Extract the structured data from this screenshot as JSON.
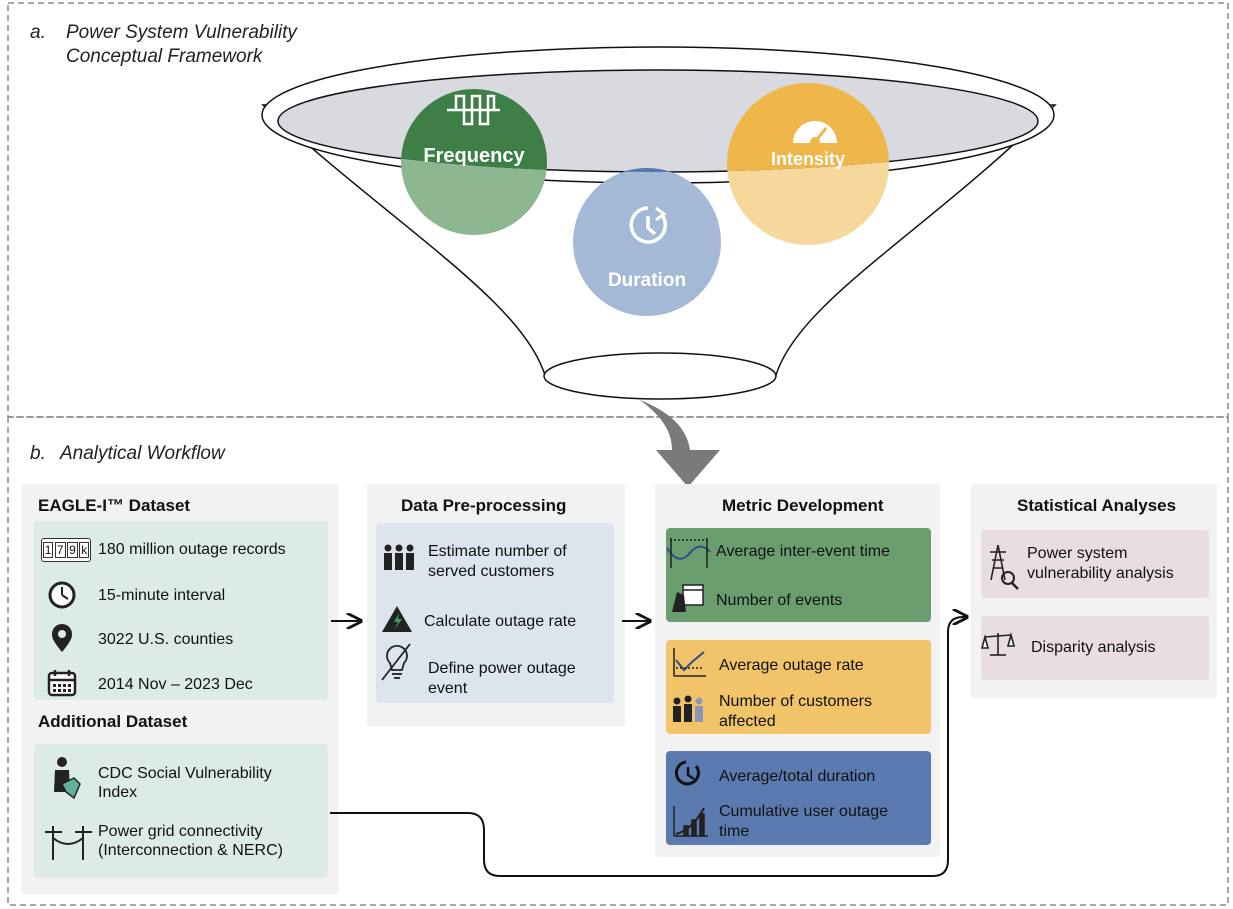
{
  "section_a": {
    "letter": "a.",
    "title_line1": "Power System Vulnerability",
    "title_line2": "Conceptual Framework"
  },
  "funnel": {
    "frequency": "Frequency",
    "intensity": "Intensity",
    "duration": "Duration"
  },
  "section_b": {
    "letter": "b.",
    "title": "Analytical Workflow"
  },
  "datasets": {
    "eagle_title": "EAGLE-I™ Dataset",
    "counter_digits": [
      "1",
      "7",
      "9",
      "k"
    ],
    "items": [
      {
        "icon": "counter-icon",
        "text": "180 million outage records"
      },
      {
        "icon": "clock-icon",
        "text": "15-minute interval"
      },
      {
        "icon": "location-pin-icon",
        "text": "3022 U.S. counties"
      },
      {
        "icon": "calendar-icon",
        "text": "2014 Nov – 2023 Dec"
      }
    ],
    "additional_title": "Additional Dataset",
    "additional_items": [
      {
        "icon": "person-shield-icon",
        "line1": "CDC Social Vulnerability",
        "line2": "Index"
      },
      {
        "icon": "power-line-icon",
        "line1": "Power grid connectivity",
        "line2": "(Interconnection & NERC)"
      }
    ]
  },
  "preprocessing": {
    "title": "Data Pre-processing",
    "items": [
      {
        "icon": "people-group-icon",
        "line1": "Estimate number of",
        "line2": "served customers"
      },
      {
        "icon": "warning-bolt-icon",
        "line1": "Calculate outage rate",
        "line2": ""
      },
      {
        "icon": "bulb-off-icon",
        "line1": "Define power outage",
        "line2": "event"
      }
    ]
  },
  "metrics": {
    "title": "Metric Development",
    "green": [
      {
        "icon": "wave-interval-icon",
        "line1": "Average inter-event time",
        "line2": ""
      },
      {
        "icon": "hand-calendar-icon",
        "line1": "Number of events",
        "line2": ""
      }
    ],
    "yellow": [
      {
        "icon": "trend-line-icon",
        "line1": "Average outage rate",
        "line2": ""
      },
      {
        "icon": "people-affected-icon",
        "line1": "Number of customers",
        "line2": "affected"
      }
    ],
    "blue": [
      {
        "icon": "clock-arrow-icon",
        "line1": "Average/total duration",
        "line2": ""
      },
      {
        "icon": "cumulative-chart-icon",
        "line1": "Cumulative user outage",
        "line2": "time"
      }
    ]
  },
  "statistics": {
    "title": "Statistical Analyses",
    "items": [
      {
        "icon": "tower-magnifier-icon",
        "line1": "Power system",
        "line2": "vulnerability analysis"
      },
      {
        "icon": "balance-scale-icon",
        "line1": "Disparity analysis",
        "line2": ""
      }
    ]
  },
  "colors": {
    "dataset_box": "#dcebe7",
    "preproc_box": "#dde4ee",
    "green": "#6a9e6f",
    "yellow": "#f2c46a",
    "blue": "#5b7bb0",
    "stat_box": "#e8dde2",
    "panel": "#f2f2f2",
    "frequency": "#3e7f47",
    "intensity": "#efb64a",
    "duration": "#5677ae"
  }
}
